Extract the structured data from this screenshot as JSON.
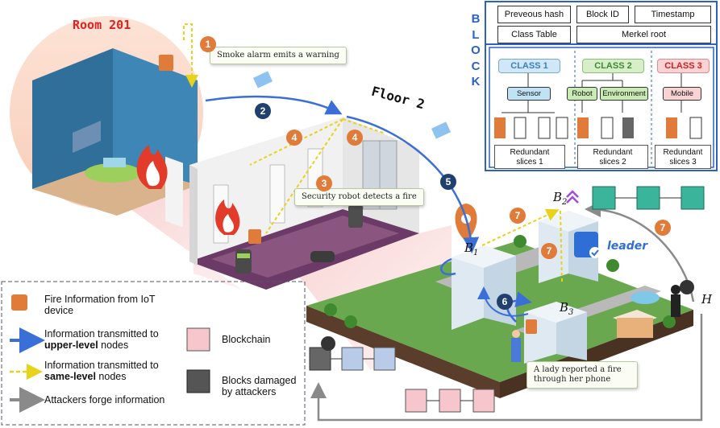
{
  "room": {
    "title": "Room 201"
  },
  "floor": {
    "title": "Floor 2"
  },
  "callouts": {
    "smoke": "Smoke alarm emits a warning",
    "robot": "Security robot detects a fire",
    "lady": "A lady reported a fire through her phone"
  },
  "steps": [
    "1",
    "2",
    "3",
    "4",
    "4",
    "5",
    "6",
    "7",
    "7",
    "7"
  ],
  "nodes": {
    "b1": "B",
    "b1_sub": "1",
    "b2": "B",
    "b2_sub": "2",
    "b3": "B",
    "b3_sub": "3",
    "h": "H",
    "leader": "leader"
  },
  "block": {
    "vertical_label": [
      "B",
      "L",
      "O",
      "C",
      "K"
    ],
    "previous_hash": "Preveous hash",
    "block_id": "Block ID",
    "timestamp": "Timestamp",
    "class_table": "Class Table",
    "merkel_root": "Merkel root",
    "classes": [
      {
        "name": "CLASS 1",
        "color": "#cfe7f7",
        "nodes": [
          "Sensor"
        ],
        "redundant": "Redundant\nslices 1"
      },
      {
        "name": "CLASS 2",
        "color": "#d7efc9",
        "nodes": [
          "Robot",
          "Environment"
        ],
        "redundant": "Redundant\nslices 2"
      },
      {
        "name": "CLASS 3",
        "color": "#f9d3d3",
        "nodes": [
          "Mobile"
        ],
        "redundant": "Redundant\nslices 3"
      }
    ]
  },
  "legend": {
    "fire_info": "Fire Information from IoT device",
    "upper_a": "Information transmitted to",
    "upper_b": "upper-level",
    "upper_c": " nodes",
    "same_a": "Information transmitted to",
    "same_b": "same-level",
    "same_c": " nodes",
    "attack": "Attackers forge information",
    "blockchain": "Blockchain",
    "damaged": "Blocks damaged by attackers"
  },
  "colors": {
    "blue_arrow": "#3a6fd8",
    "yellow_arrow": "#e8d21a",
    "attack_arrow": "#8a8a8a",
    "block_border": "#2b62c4",
    "orange": "#e07b39",
    "navy": "#22406e"
  }
}
